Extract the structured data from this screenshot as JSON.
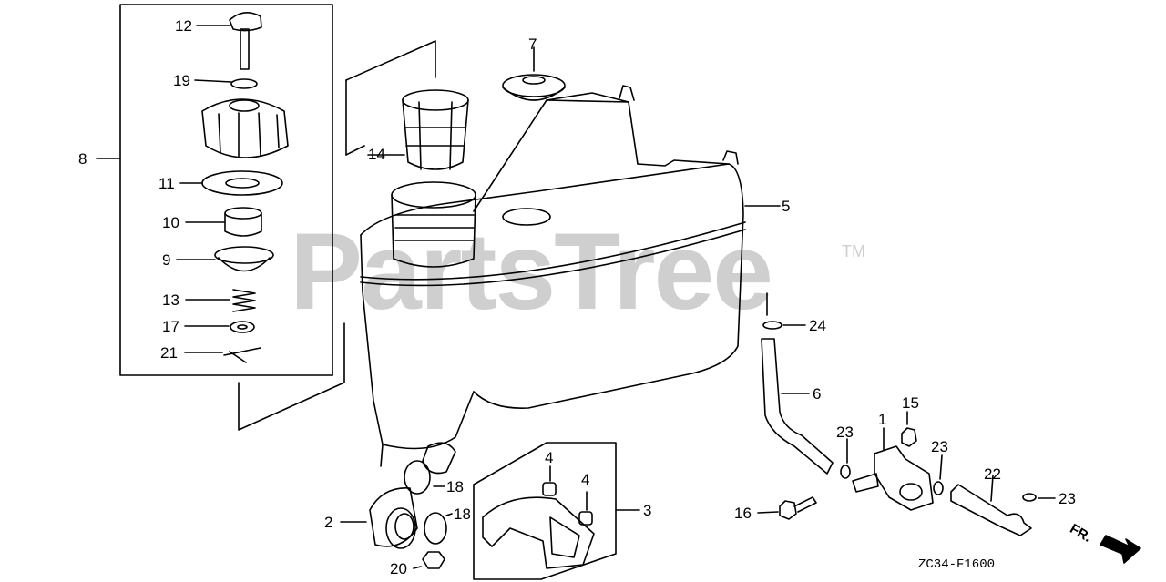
{
  "watermark": {
    "text": "PartsTree",
    "trademark": "TM"
  },
  "diagram_code": "ZC34-F1600",
  "front_indicator": "FR.",
  "callouts": {
    "c1": "1",
    "c2": "2",
    "c3": "3",
    "c4a": "4",
    "c4b": "4",
    "c5": "5",
    "c6": "6",
    "c7": "7",
    "c8": "8",
    "c9": "9",
    "c10": "10",
    "c11": "11",
    "c12": "12",
    "c13": "13",
    "c14": "14",
    "c15": "15",
    "c16": "16",
    "c17": "17",
    "c18a": "18",
    "c18b": "18",
    "c19": "19",
    "c20": "20",
    "c21": "21",
    "c22": "22",
    "c23a": "23",
    "c23b": "23",
    "c23c": "23",
    "c24": "24"
  }
}
